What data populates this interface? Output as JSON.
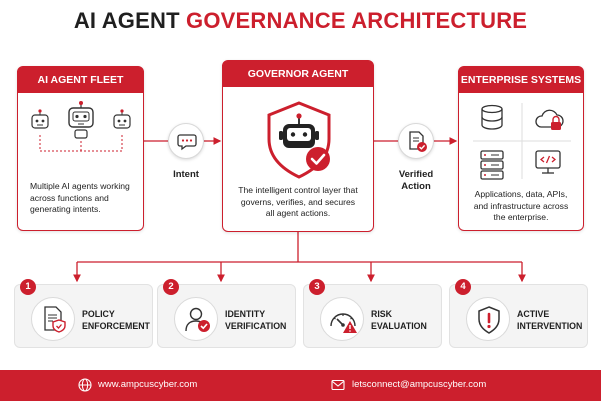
{
  "title": {
    "part1": "AI AGENT",
    "part2": "GOVERNANCE ARCHITECTURE"
  },
  "fleet": {
    "heading": "AI AGENT FLEET",
    "desc_lines": [
      "Multiple AI agents working",
      "across functions and",
      "generating intents."
    ],
    "icons": [
      "robot-icon",
      "robot-icon",
      "robot-icon"
    ]
  },
  "intent": {
    "label": "Intent",
    "icon": "chat-bubble-icon"
  },
  "governor": {
    "heading": "GOVERNOR AGENT",
    "desc_lines": [
      "The intelligent control layer that",
      "governs, verifies, and secures",
      "all agent actions."
    ],
    "icon": "shield-robot-check-icon"
  },
  "verified": {
    "label_lines": [
      "Verified",
      "Action"
    ],
    "icon": "document-check-icon"
  },
  "enterprise": {
    "heading": "ENTERPRISE SYSTEMS",
    "desc_lines": [
      "Applications, data, APIs,",
      "and infrastructure across",
      "the enterprise."
    ],
    "icons": [
      "database-icon",
      "cloud-lock-icon",
      "server-icon",
      "code-monitor-icon"
    ]
  },
  "pillars": [
    {
      "number": "1",
      "line1": "POLICY",
      "line2": "ENFORCEMENT",
      "icon": "policy-document-shield-icon"
    },
    {
      "number": "2",
      "line1": "IDENTITY",
      "line2": "VERIFICATION",
      "icon": "user-check-icon"
    },
    {
      "number": "3",
      "line1": "RISK",
      "line2": "EVALUATION",
      "icon": "gauge-warning-icon"
    },
    {
      "number": "4",
      "line1": "ACTIVE",
      "line2": "INTERVENTION",
      "icon": "shield-alert-icon"
    }
  ],
  "footer": {
    "website": "www.ampcuscyber.com",
    "email": "letsconnect@ampcuscyber.com",
    "website_icon": "globe-icon",
    "email_icon": "mail-icon"
  },
  "colors": {
    "accent": "#cc1f2d",
    "text": "#1f1f1f",
    "card_bg": "#f4f4f4"
  }
}
